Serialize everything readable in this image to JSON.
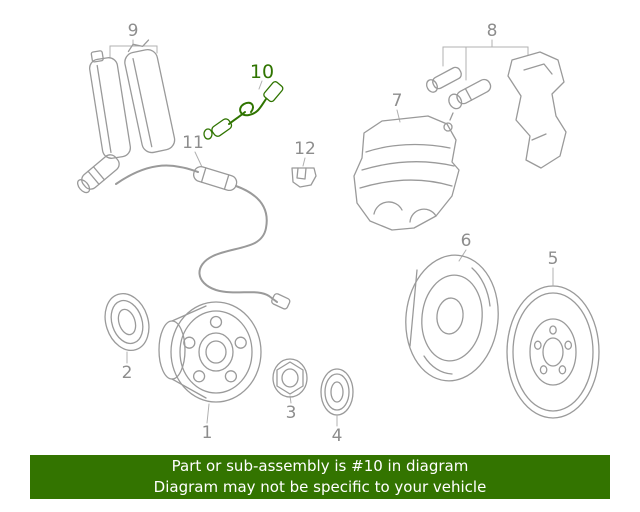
{
  "diagram": {
    "highlighted_callout": "10",
    "callouts": [
      {
        "label": "1"
      },
      {
        "label": "2"
      },
      {
        "label": "3"
      },
      {
        "label": "4"
      },
      {
        "label": "5"
      },
      {
        "label": "6"
      },
      {
        "label": "7"
      },
      {
        "label": "8"
      },
      {
        "label": "9"
      },
      {
        "label": "10",
        "highlighted": true
      },
      {
        "label": "11"
      },
      {
        "label": "12"
      }
    ]
  },
  "banner": {
    "line1": "Part or sub-assembly is #10 in diagram",
    "line2": "Diagram may not be specific to your vehicle"
  },
  "colors": {
    "highlight_green": "#2f7400",
    "banner_green": "#337400",
    "line_gray": "#9a9a9a",
    "label_gray": "#8d8d8d",
    "banner_text": "#ffffff"
  }
}
